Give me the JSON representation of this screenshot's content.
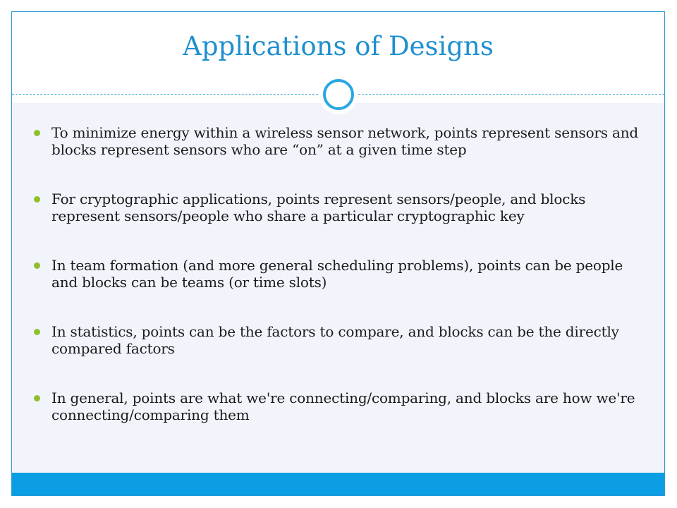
{
  "slide": {
    "title": "Applications of Designs",
    "bullets": [
      {
        "text": "To minimize energy within a wireless sensor network, points represent sensors and blocks represent sensors who are “on” at a given time step"
      },
      {
        "text": "For cryptographic applications, points represent sensors/people, and blocks represent sensors/people who share a particular cryptographic key"
      },
      {
        "text": "In team formation (and more general scheduling problems), points can be people and blocks can be teams (or time slots)"
      },
      {
        "text": "In statistics, points can be the factors to compare, and blocks can be the directly compared factors"
      },
      {
        "text": "In general, points are what we're connecting/comparing, and blocks are how we're connecting/comparing them"
      }
    ]
  },
  "colors": {
    "title": "#1e8fcf",
    "frame": "#2a9ad6",
    "content_bg": "#f1f4fb",
    "footer_bar": "#0b9ee3",
    "bullet": "#8fbf2a",
    "ring": "#29a7e4"
  },
  "icons": {
    "bullet": "bullet-dot-icon",
    "header_ornament": "circle-ring-icon"
  }
}
